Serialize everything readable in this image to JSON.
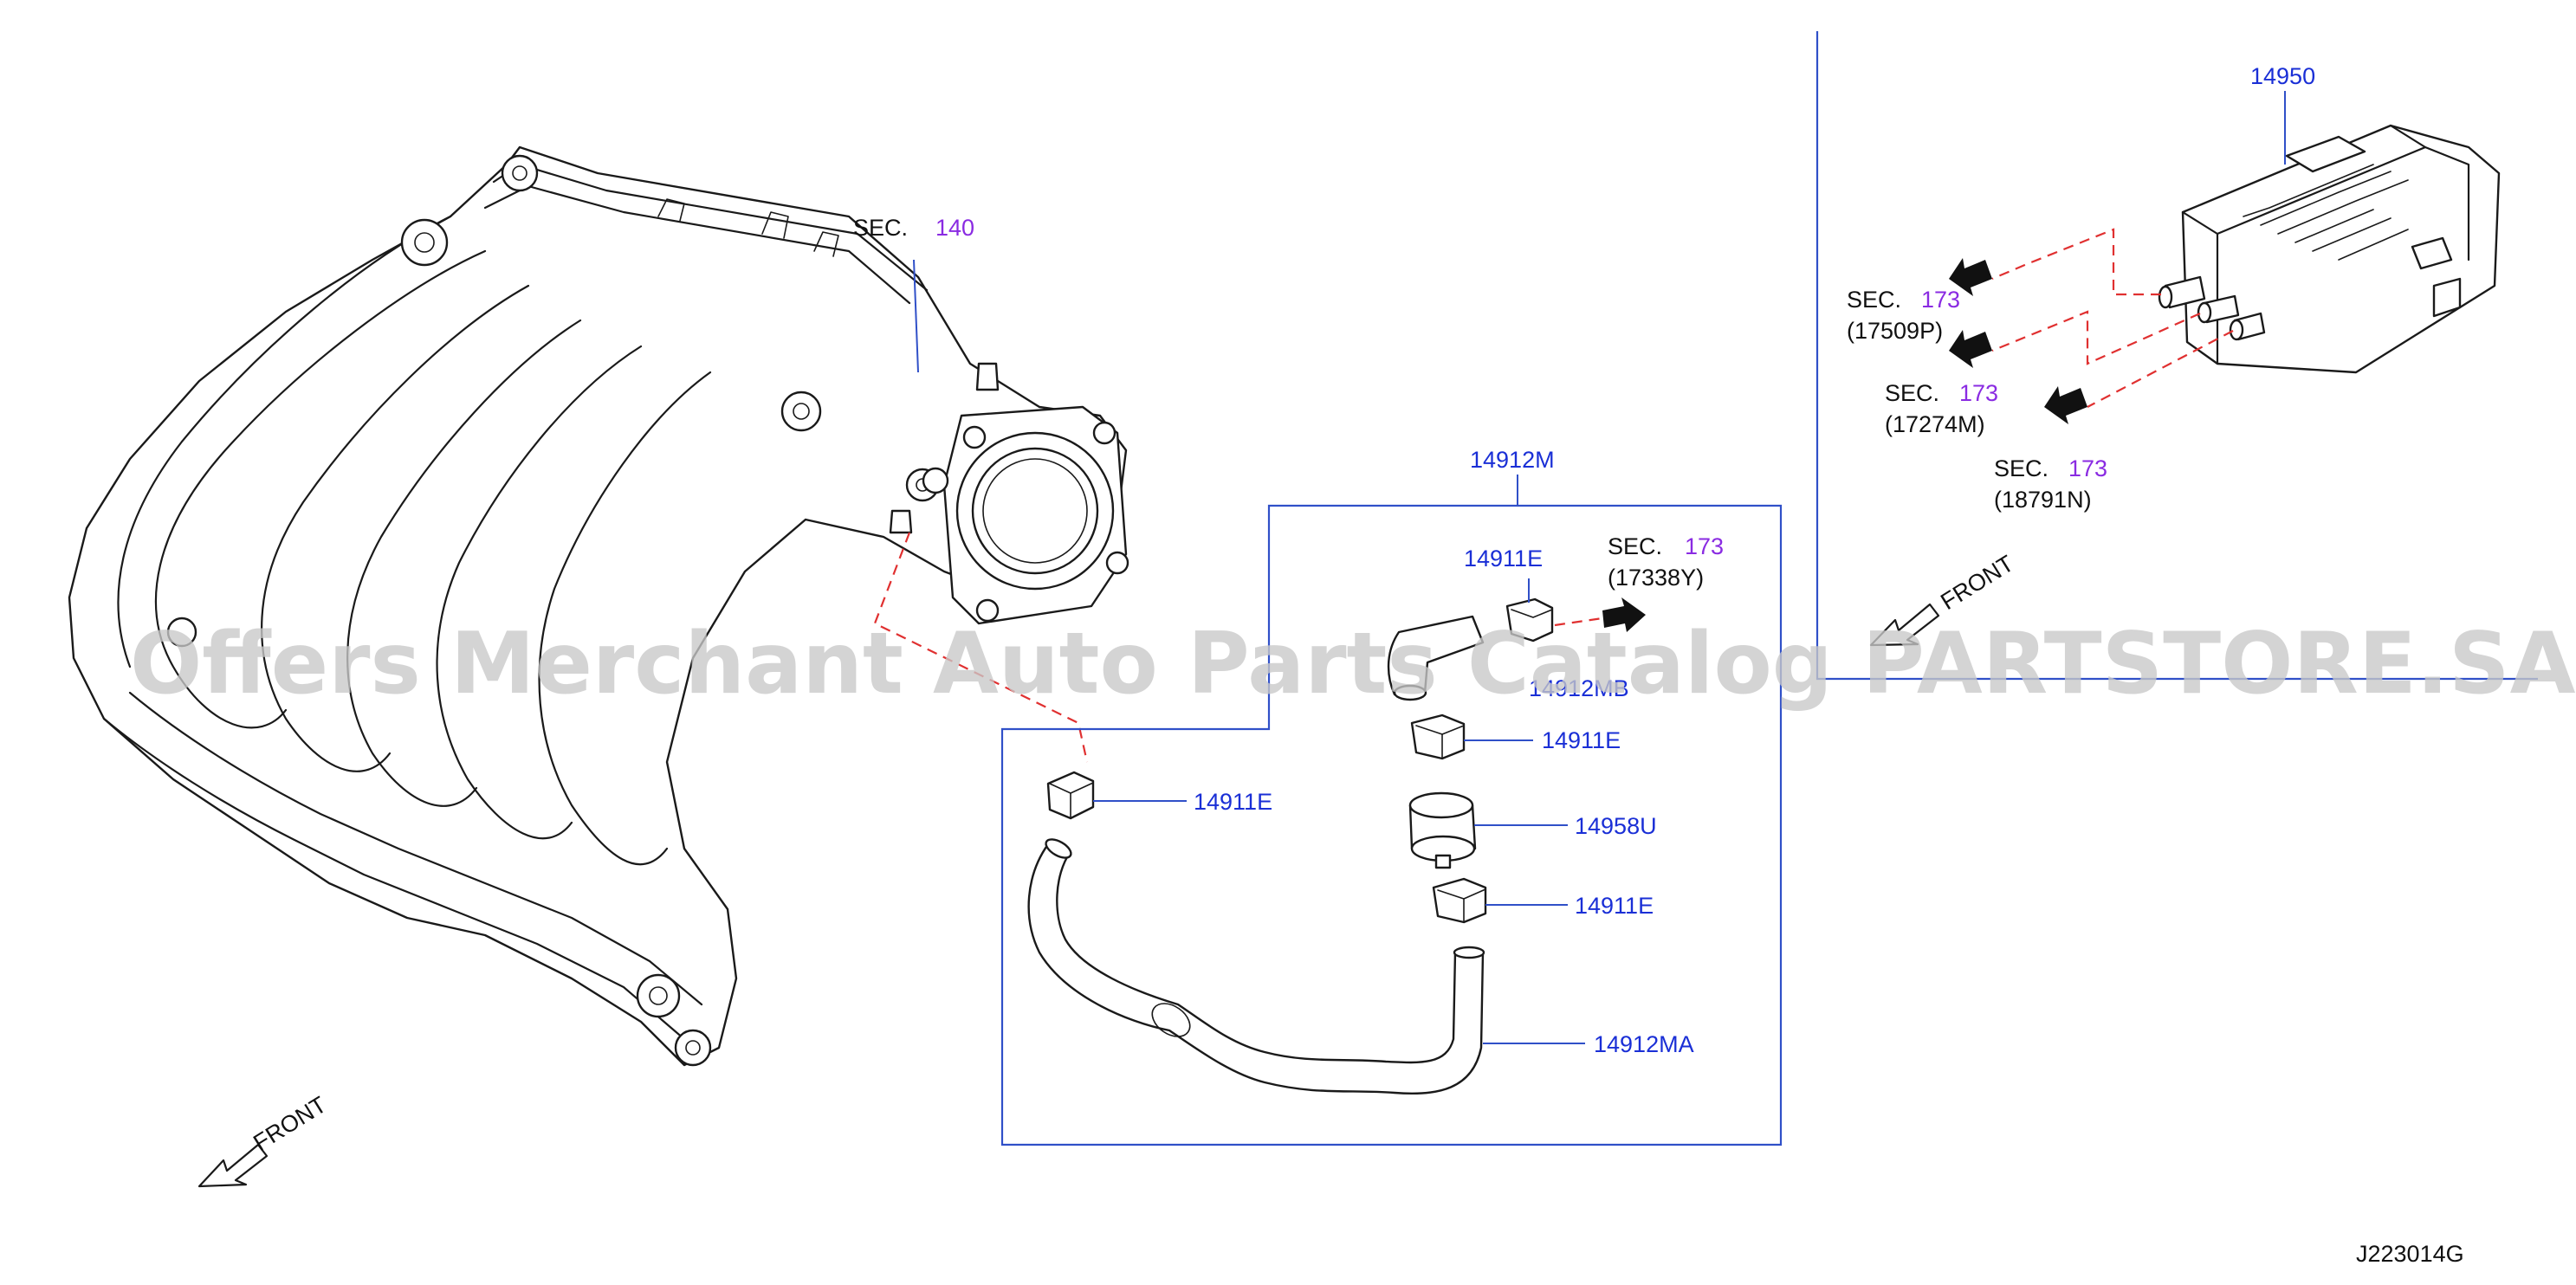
{
  "watermark": "Offers Merchant Auto Parts Catalog PARTSTORE.SA",
  "diagram_id": "J223014G",
  "front_labels": [
    "FRONT",
    "FRONT"
  ],
  "section_refs": [
    {
      "prefix": "SEC.",
      "number": "140",
      "part": ""
    },
    {
      "prefix": "SEC.",
      "number": "173",
      "part": "(17338Y)"
    },
    {
      "prefix": "SEC.",
      "number": "173",
      "part": "(17509P)"
    },
    {
      "prefix": "SEC.",
      "number": "173",
      "part": "(17274M)"
    },
    {
      "prefix": "SEC.",
      "number": "173",
      "part": "(18791N)"
    }
  ],
  "parts": [
    {
      "number": "14950"
    },
    {
      "number": "14912M"
    },
    {
      "number": "14911E"
    },
    {
      "number": "14912MB"
    },
    {
      "number": "14911E"
    },
    {
      "number": "14958U"
    },
    {
      "number": "14911E"
    },
    {
      "number": "14912MA"
    },
    {
      "number": "14911E"
    }
  ],
  "colors": {
    "part_label": "#1a2fd6",
    "section_number": "#8a2be2",
    "frame_line": "#3050c8",
    "dashed_route": "#e03030",
    "watermark": "#c9c9c9"
  }
}
